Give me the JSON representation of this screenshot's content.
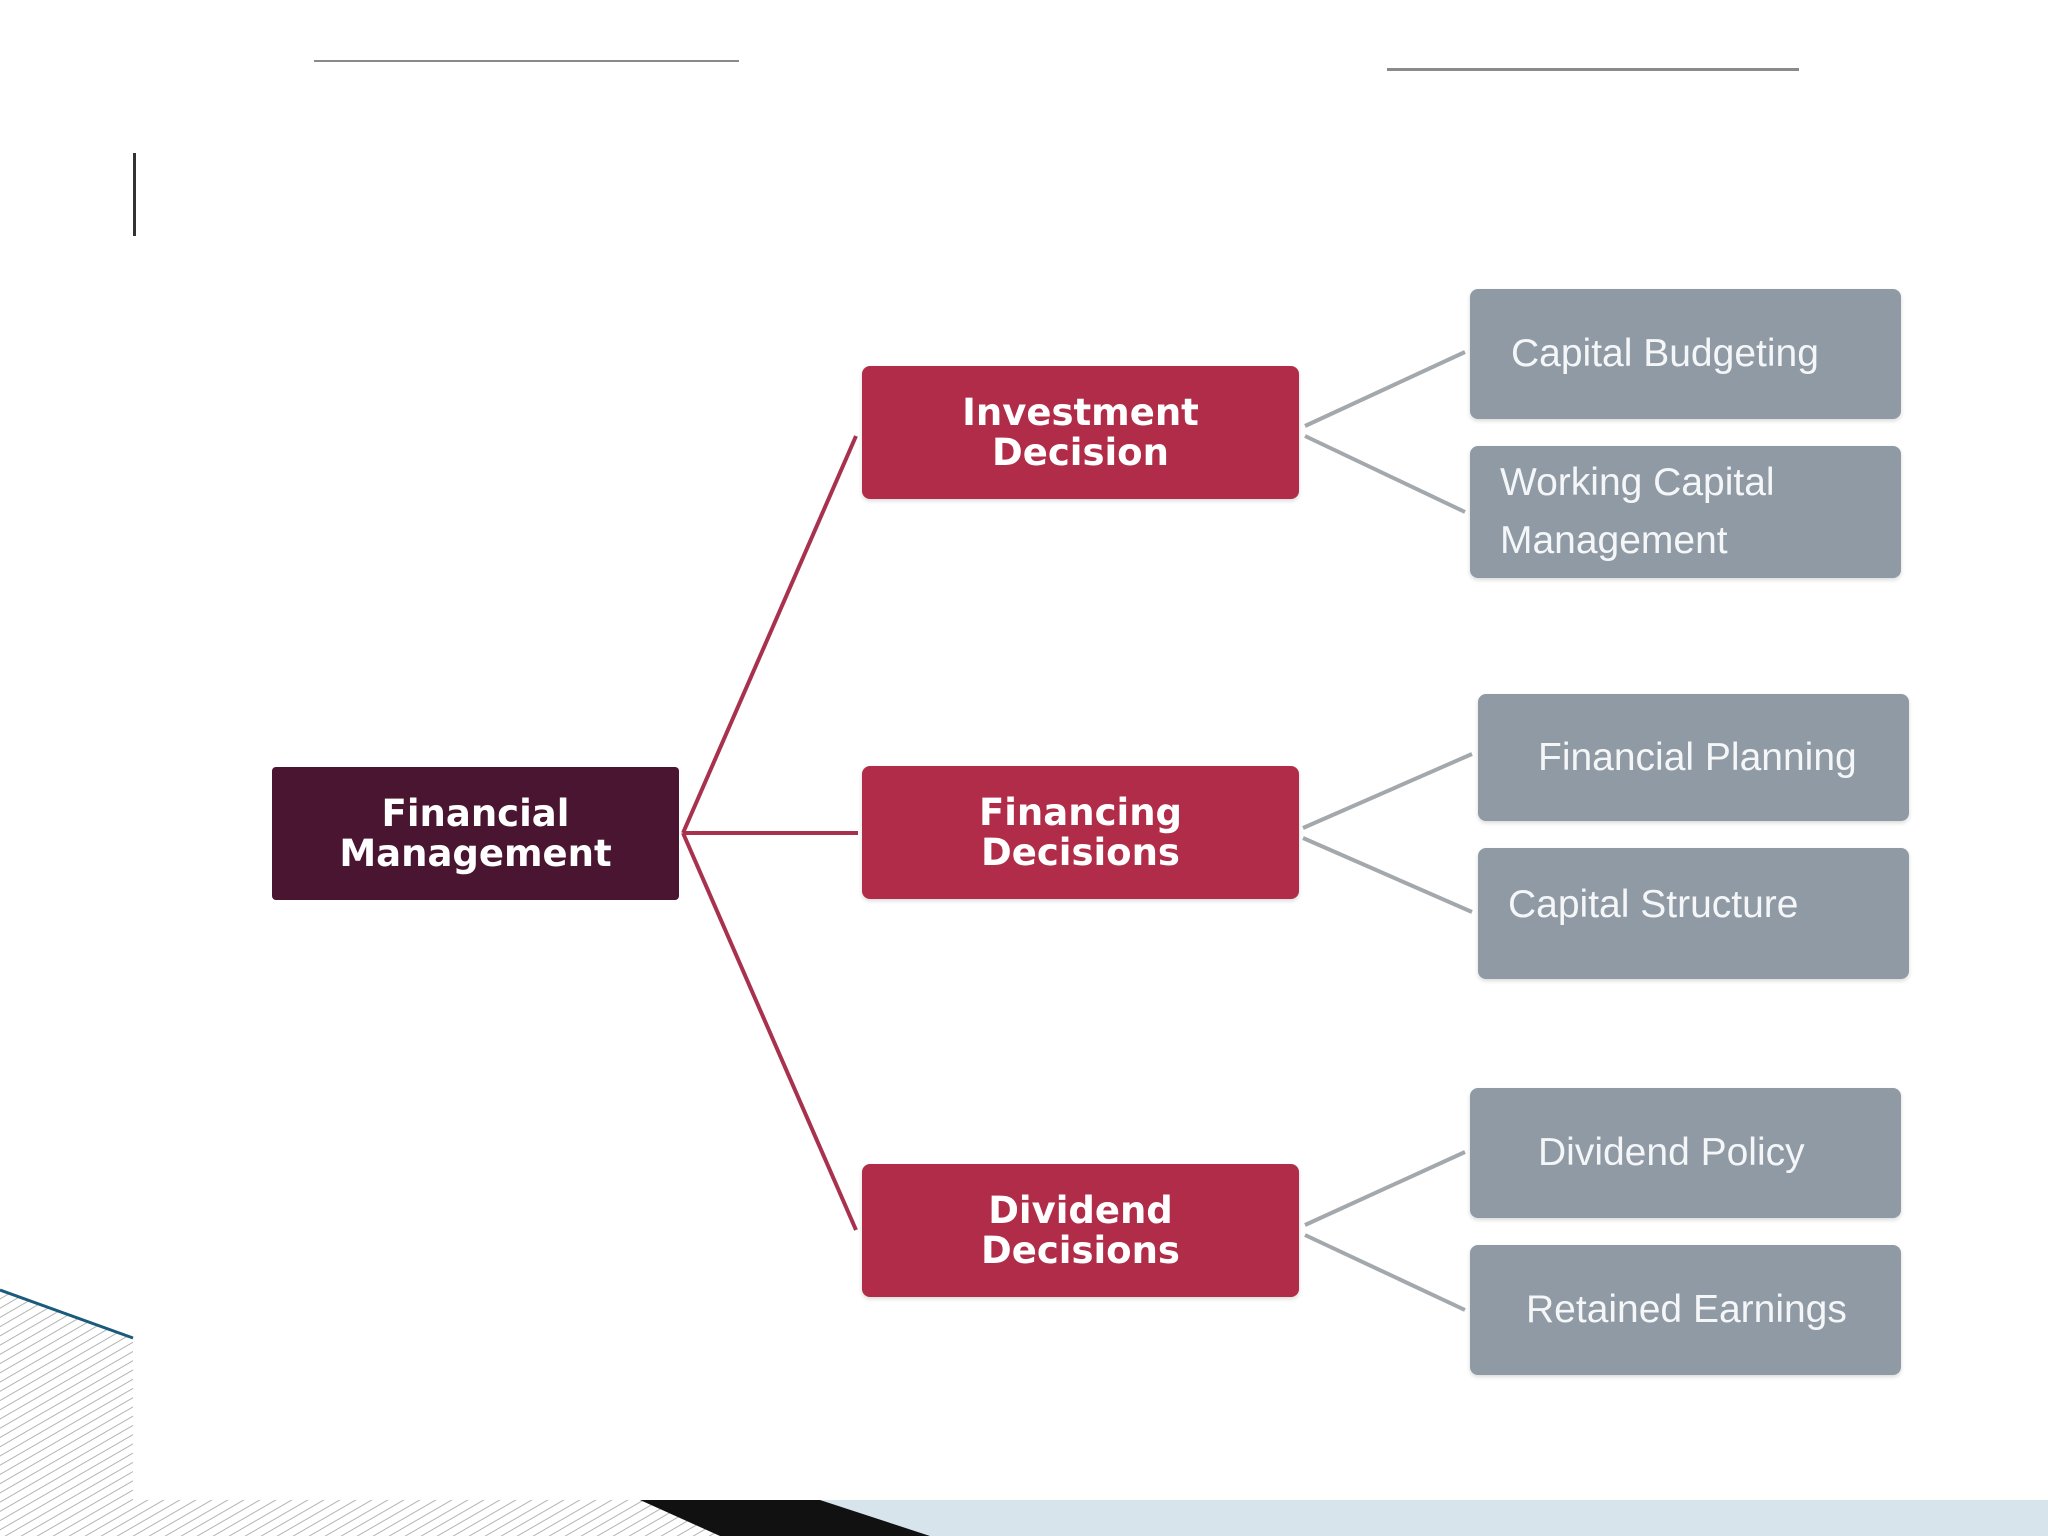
{
  "diagram": {
    "root": {
      "label": "Financial\nManagement"
    },
    "decisions": [
      {
        "label": "Investment\nDecision",
        "items": [
          "Capital Budgeting",
          "Working Capital\nManagement"
        ]
      },
      {
        "label": "Financing\nDecisions",
        "items": [
          "Financial Planning",
          "Capital Structure"
        ]
      },
      {
        "label": "Dividend\nDecisions",
        "items": [
          "Dividend Policy",
          "Retained Earnings"
        ]
      }
    ]
  },
  "colors": {
    "root": "#4a1530",
    "decision": "#b12c48",
    "item": "#8f9aa4",
    "connector_primary": "#a8324e",
    "connector_secondary": "#a3a8ad"
  }
}
